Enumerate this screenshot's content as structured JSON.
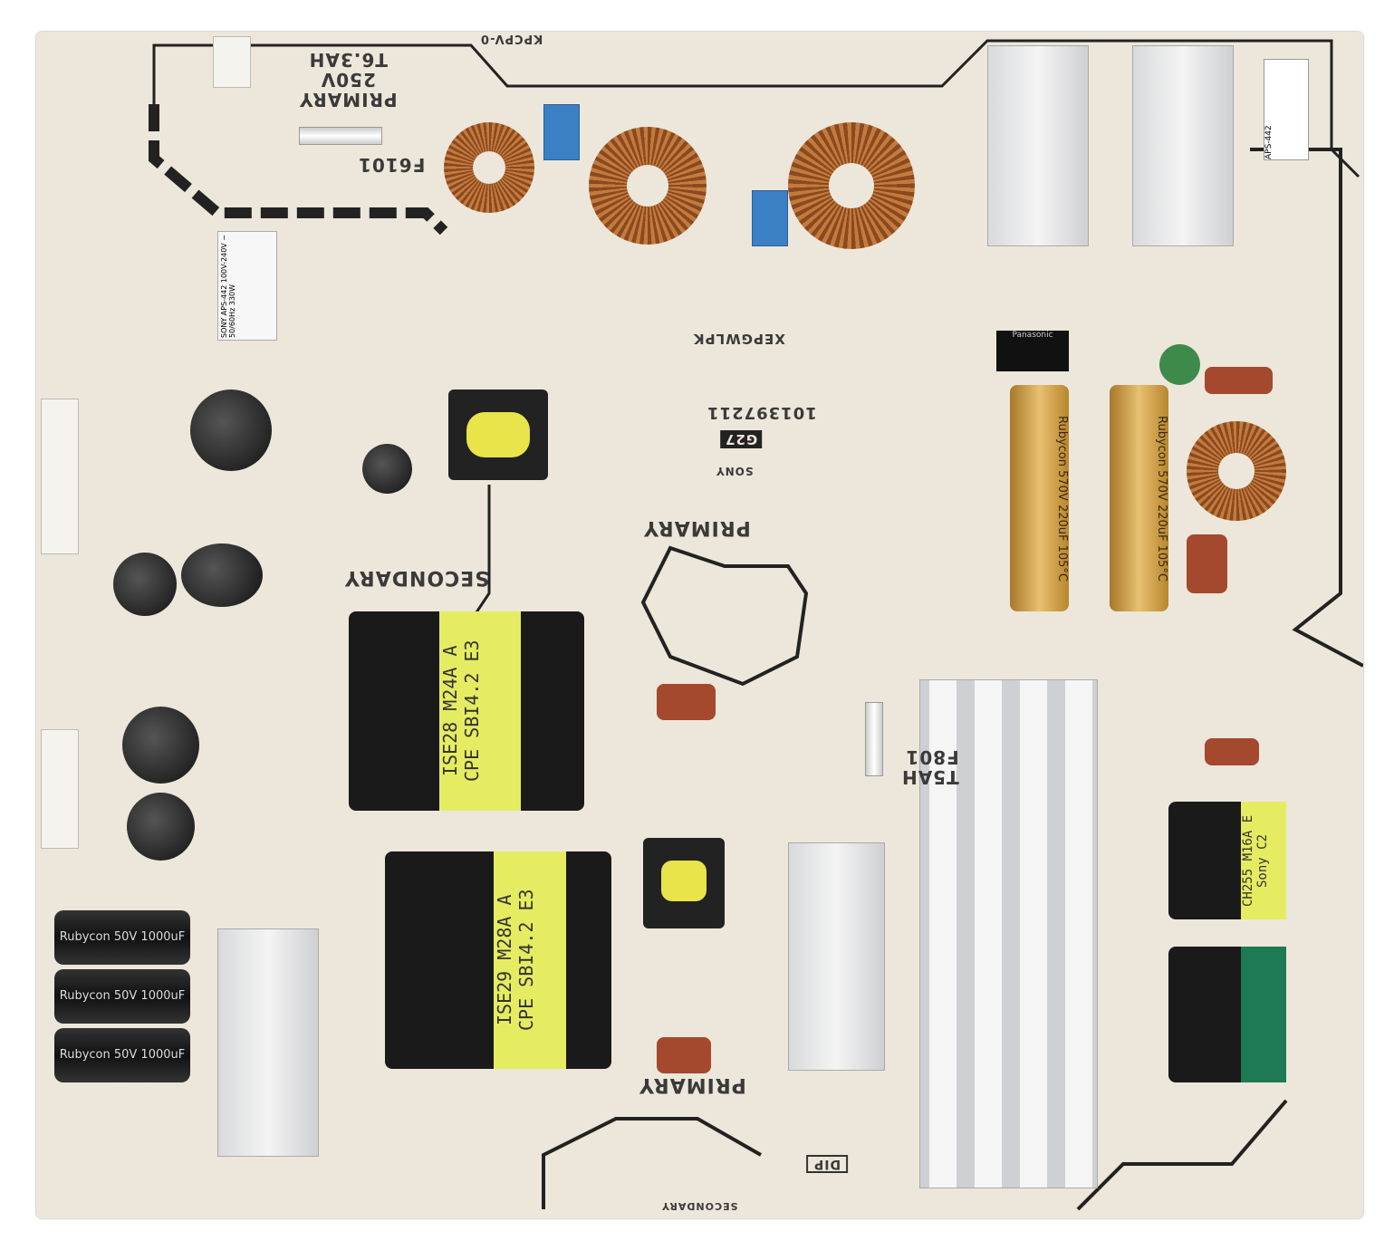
{
  "board": {
    "fuse_primary": {
      "ref": "F6101",
      "rating": "T6.3AH",
      "voltage": "250V",
      "zone": "PRIMARY"
    },
    "fuse_secondary": {
      "ref": "F801",
      "rating": "T5AH"
    },
    "model_code": "KPCPV-0",
    "zones": {
      "primary": "PRIMARY",
      "secondary": "SECONDARY"
    },
    "part_number": "101397211",
    "rev": "G27",
    "brand": "SONY",
    "marking_mirrored": "XEPGWLPK",
    "sticker": {
      "brand": "SONY",
      "model": "APS-442",
      "input": "100V-240V ~",
      "freq": "50/60Hz 330W"
    },
    "label_right": "APS-442",
    "transformer1": {
      "line1": "ISE28 M24A A",
      "line2": "CPE SBI4.2 E3"
    },
    "transformer2": {
      "line1": "ISE29 M28A A",
      "line2": "CPE SBI4.2 E3"
    },
    "choke": {
      "line1": "CH255 M16A E",
      "line2": "Sony C2"
    },
    "bulk_cap": "Rubycon 570V 220uF 105°C",
    "output_cap": "Rubycon 50V 1000uF",
    "dip": "DIP",
    "relay": "Panasonic"
  }
}
